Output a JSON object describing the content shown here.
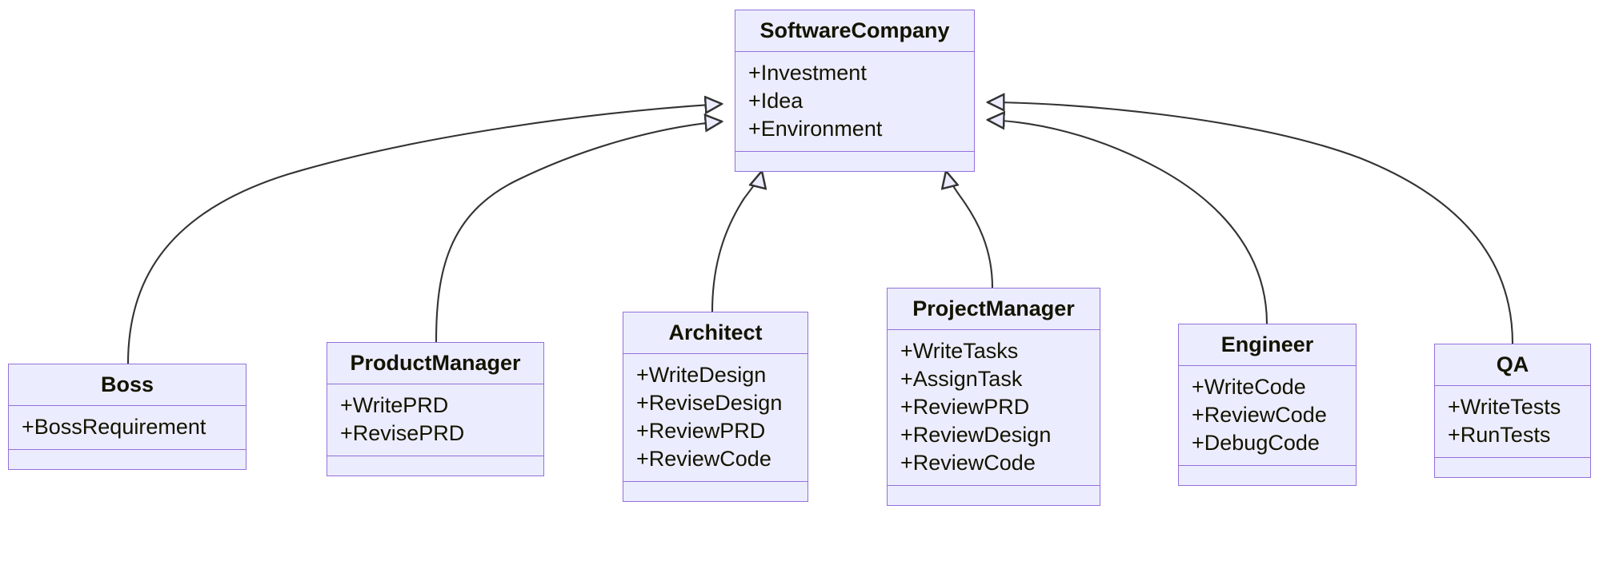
{
  "diagram": {
    "type": "uml-class-diagram",
    "title": "",
    "relationship": "inheritance",
    "theme": {
      "node_fill": "#ECECFF",
      "node_border": "#9370DB",
      "text_color": "#131300",
      "edge_color": "#333333",
      "background": "#FFFFFF"
    }
  },
  "classes": [
    {
      "id": "software-company",
      "name": "SoftwareCompany",
      "attributes": [
        "+Investment",
        "+Idea",
        "+Environment"
      ],
      "methods": []
    },
    {
      "id": "boss",
      "name": "Boss",
      "attributes": [
        "+BossRequirement"
      ],
      "methods": []
    },
    {
      "id": "product-manager",
      "name": "ProductManager",
      "attributes": [
        "+WritePRD",
        "+RevisePRD"
      ],
      "methods": []
    },
    {
      "id": "architect",
      "name": "Architect",
      "attributes": [
        "+WriteDesign",
        "+ReviseDesign",
        "+ReviewPRD",
        "+ReviewCode"
      ],
      "methods": []
    },
    {
      "id": "project-manager",
      "name": "ProjectManager",
      "attributes": [
        "+WriteTasks",
        "+AssignTask",
        "+ReviewPRD",
        "+ReviewDesign",
        "+ReviewCode"
      ],
      "methods": []
    },
    {
      "id": "engineer",
      "name": "Engineer",
      "attributes": [
        "+WriteCode",
        "+ReviewCode",
        "+DebugCode"
      ],
      "methods": []
    },
    {
      "id": "qa",
      "name": "QA",
      "attributes": [
        "+WriteTests",
        "+RunTests"
      ],
      "methods": []
    }
  ],
  "edges": [
    {
      "from": "boss",
      "to": "software-company",
      "kind": "inheritance"
    },
    {
      "from": "product-manager",
      "to": "software-company",
      "kind": "inheritance"
    },
    {
      "from": "architect",
      "to": "software-company",
      "kind": "inheritance"
    },
    {
      "from": "project-manager",
      "to": "software-company",
      "kind": "inheritance"
    },
    {
      "from": "engineer",
      "to": "software-company",
      "kind": "inheritance"
    },
    {
      "from": "qa",
      "to": "software-company",
      "kind": "inheritance"
    }
  ]
}
